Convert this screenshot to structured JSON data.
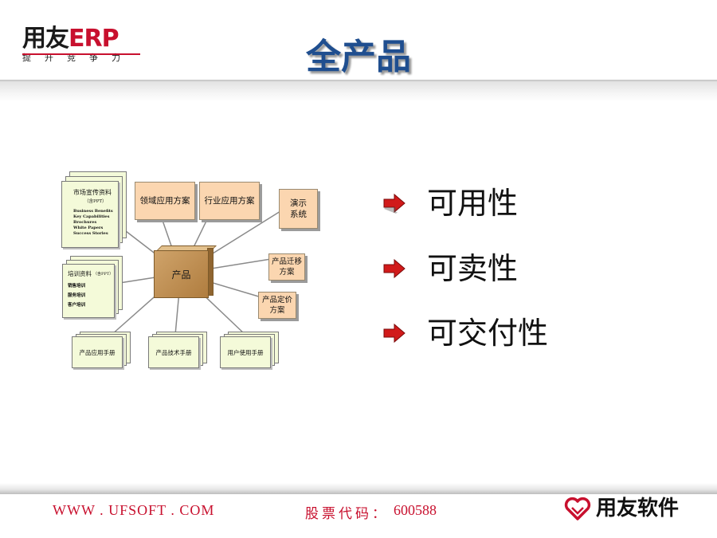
{
  "header": {
    "logo_main": "用友",
    "logo_erp": "ERP",
    "logo_sub": "提升竞争力",
    "title": "全产品"
  },
  "diagram": {
    "center": "产品",
    "marketing": {
      "title": "市场宣传资料",
      "subtitle": "（含PPT）",
      "items": [
        "Business Benefits",
        "Key Capabilities",
        "Brochures",
        "White Papers",
        "Success Stories"
      ]
    },
    "training": {
      "title": "培训资料",
      "subtitle": "（含PPT）",
      "items": [
        "销售培训",
        "服务培训",
        "客户培训"
      ]
    },
    "boxes": {
      "domain_solution": "领域应用方案",
      "industry_solution": "行业应用方案",
      "demo_line1": "演示",
      "demo_line2": "系统",
      "migration_line1": "产品迁移",
      "migration_line2": "方案",
      "pricing_line1": "产品定价",
      "pricing_line2": "方案"
    },
    "manuals": {
      "application": "产品应用手册",
      "technical": "产品技术手册",
      "user": "用户使用手册"
    }
  },
  "bullets": [
    {
      "text": "可用性"
    },
    {
      "text": "可卖性"
    },
    {
      "text": "可交付性"
    }
  ],
  "footer": {
    "url": "WWW . UFSOFT . COM",
    "stock_label": "股票代码：",
    "stock_code": "600588",
    "brand": "用友软件"
  },
  "colors": {
    "title_blue": "#1f4e8f",
    "accent_red": "#c8102e",
    "bullet_red": "#d11a1a",
    "doc_fill": "#f4fad9",
    "box_fill": "#fbd6b0",
    "center_fill": "#b98a4c"
  },
  "icons": {
    "bullet": "red-arrow-icon",
    "brand": "heart-logo-icon"
  }
}
